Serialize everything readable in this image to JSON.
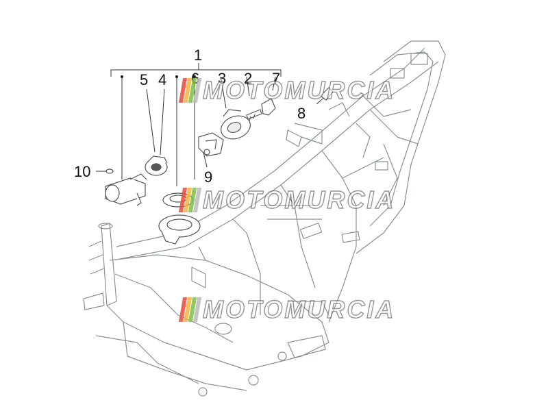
{
  "callouts": {
    "c1": "1",
    "c5": "5",
    "c4": "4",
    "c6": "6",
    "c3": "3",
    "c2": "2",
    "c7": "7",
    "c8": "8",
    "c9": "9",
    "c10": "10"
  },
  "watermark": {
    "text": "MOTOMURCIA",
    "colors": [
      "#e84a3c",
      "#f2b53a",
      "#7cc04a",
      "#bbbbbb"
    ]
  },
  "colors": {
    "line": "#8a8f96",
    "part": "#555555"
  }
}
